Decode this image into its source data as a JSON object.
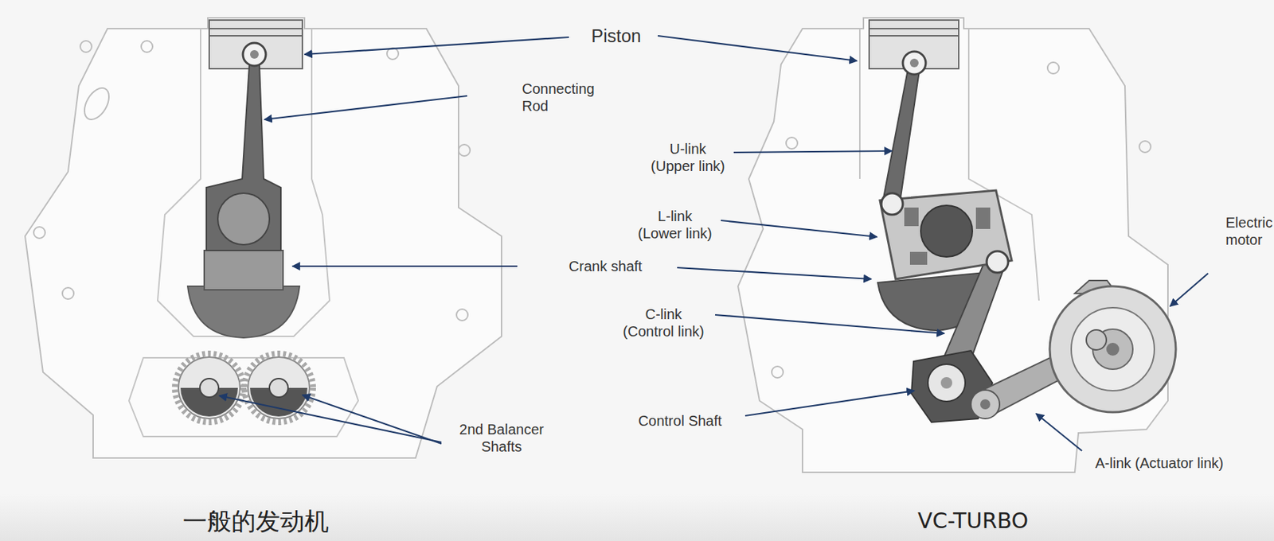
{
  "diagram": {
    "labels": [
      "Piston",
      "Connecting Rod",
      "U-link (Upper link)",
      "L-link (Lower link)",
      "Crank shaft",
      "C-link (Control link)",
      "Electric motor",
      "Control Shaft",
      "2nd Balancer Shafts",
      "A-link (Actuator link)",
      "一般的发动机",
      "VC-TURBO"
    ]
  }
}
